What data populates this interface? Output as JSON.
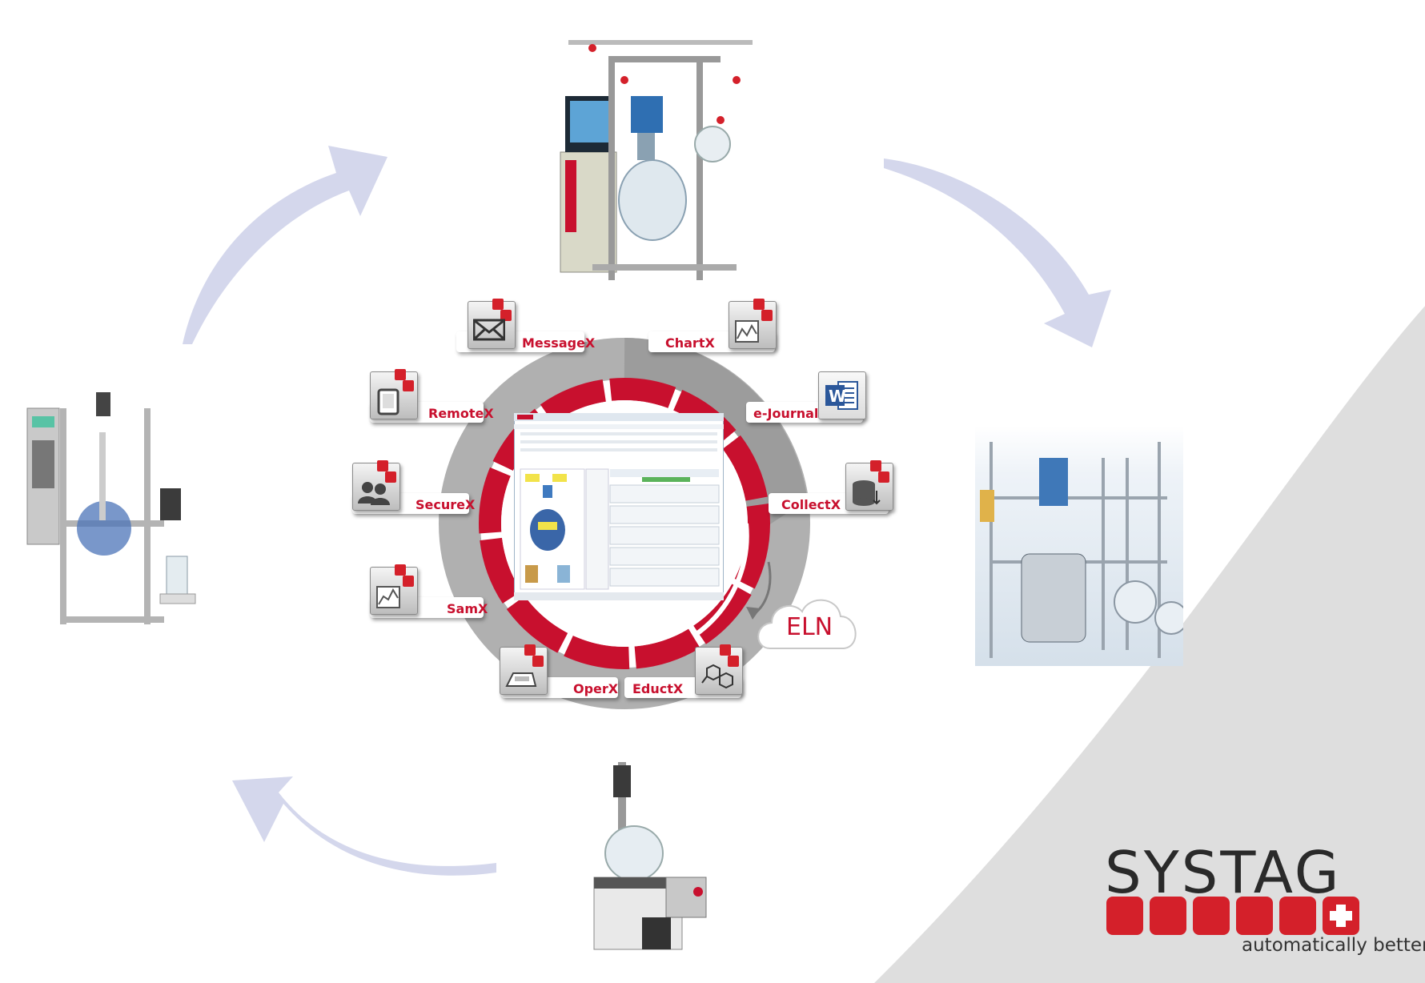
{
  "center": {
    "modules": [
      {
        "id": "messagex",
        "label": "MessageX",
        "icon": "envelope-icon"
      },
      {
        "id": "chartx",
        "label": "ChartX",
        "icon": "chart-document-icon"
      },
      {
        "id": "remotex",
        "label": "RemoteX",
        "icon": "tablet-icon"
      },
      {
        "id": "ejournal",
        "label": "e-Journal",
        "icon": "word-document-icon"
      },
      {
        "id": "securex",
        "label": "SecureX",
        "icon": "users-icon"
      },
      {
        "id": "collectx",
        "label": "CollectX",
        "icon": "database-sync-icon"
      },
      {
        "id": "samx",
        "label": "SamX",
        "icon": "sample-chart-icon"
      },
      {
        "id": "operx",
        "label": "OperX",
        "icon": "operator-icon"
      },
      {
        "id": "eductx",
        "label": "EductX",
        "icon": "molecule-icon"
      }
    ],
    "eln_label": "ELN",
    "word_icon_letter": "W"
  },
  "equipment": [
    {
      "id": "pilot-reactor",
      "description_icon": "reactor-photo"
    },
    {
      "id": "lab-reactor",
      "description_icon": "reactor-photo"
    },
    {
      "id": "plant-reactor",
      "description_icon": "reactor-photo"
    },
    {
      "id": "mini-reactor",
      "description_icon": "reactor-photo"
    }
  ],
  "brand": {
    "name": "SYSTAG",
    "tagline": "automatically better",
    "red": "#d4202a"
  },
  "colors": {
    "arrow": "#d4d7ec",
    "ring_red": "#c8102e",
    "ring_gray": "#a9a9a9",
    "backdrop_gray": "#dcdcdc"
  }
}
